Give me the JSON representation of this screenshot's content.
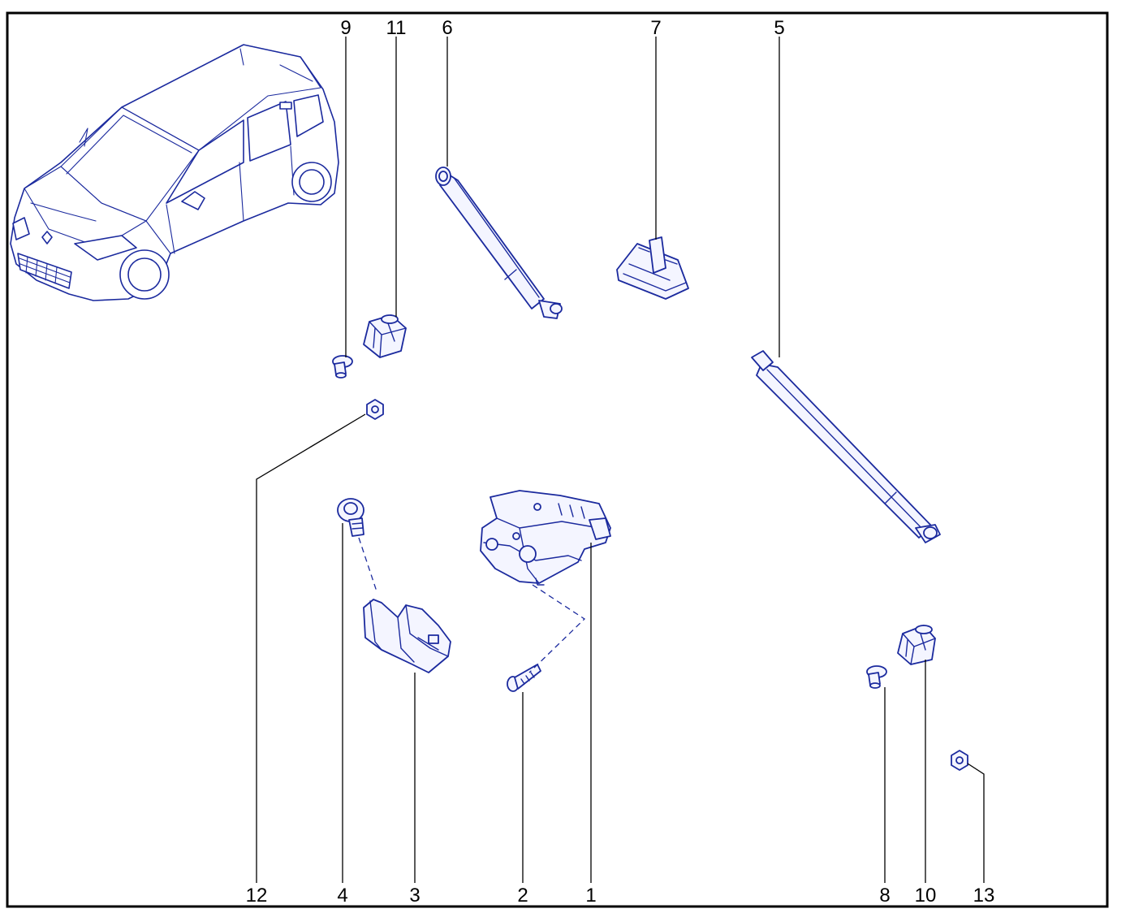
{
  "diagram": {
    "callouts": [
      "1",
      "2",
      "3",
      "4",
      "5",
      "6",
      "7",
      "8",
      "9",
      "10",
      "11",
      "12",
      "13"
    ],
    "colors": {
      "parts_line": "#1b2a9e",
      "frame": "#000000"
    }
  }
}
